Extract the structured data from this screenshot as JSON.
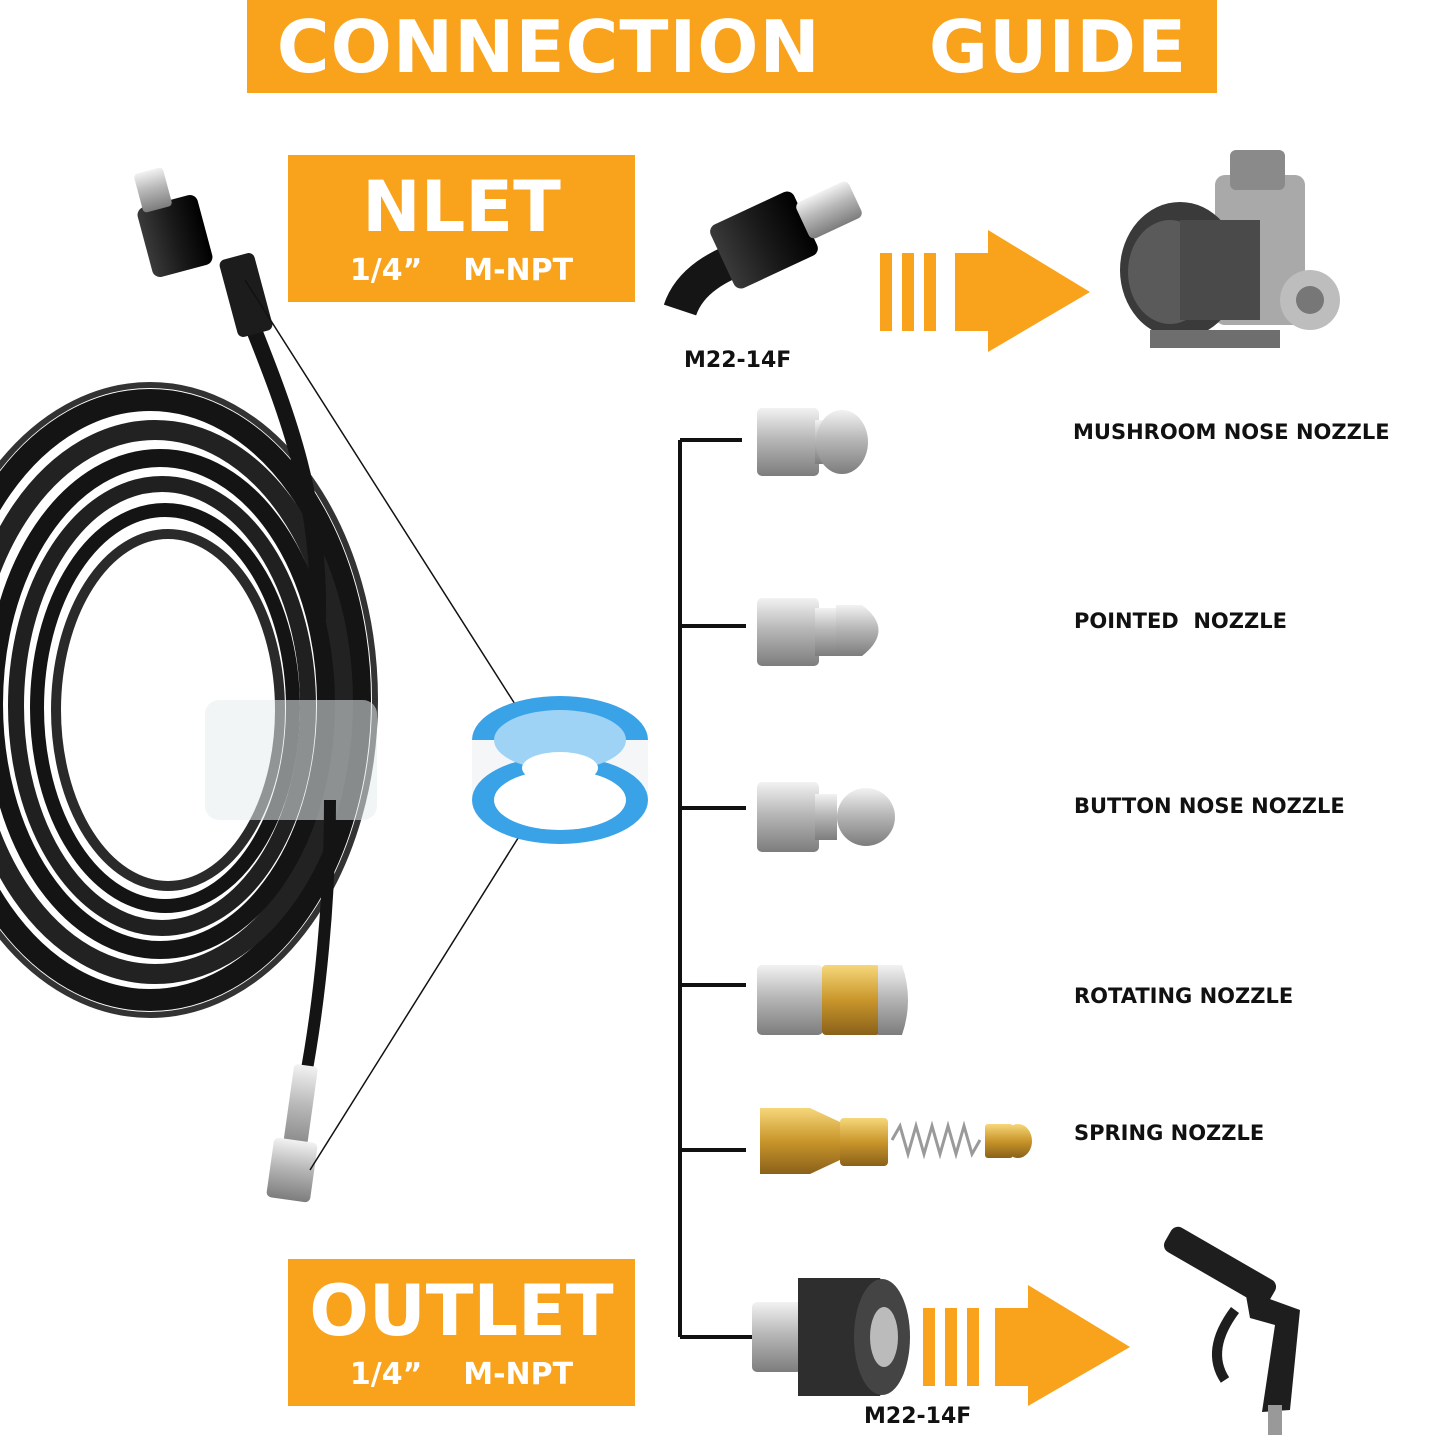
{
  "header": {
    "title": "CONNECTION  GUIDE"
  },
  "inlet": {
    "title": "NLET",
    "spec": "1/4”  M-NPT"
  },
  "outlet": {
    "title": "OUTLET",
    "spec": "1/4”  M-NPT"
  },
  "fittings": {
    "top_code": "M22-14F",
    "bottom_code": "M22-14F"
  },
  "nozzles": [
    {
      "label": "MUSHROOM NOSE NOZZLE",
      "icon": "mushroom-nozzle-icon"
    },
    {
      "label": "POINTED  NOZZLE",
      "icon": "pointed-nozzle-icon"
    },
    {
      "label": "BUTTON NOSE NOZZLE",
      "icon": "button-nozzle-icon"
    },
    {
      "label": "ROTATING NOZZLE",
      "icon": "rotating-nozzle-icon"
    },
    {
      "label": "SPRING NOZZLE",
      "icon": "spring-nozzle-icon"
    }
  ],
  "colors": {
    "accent": "#f9a21b",
    "hose": "#1a1a1a",
    "tape": "#3aa3e8"
  }
}
